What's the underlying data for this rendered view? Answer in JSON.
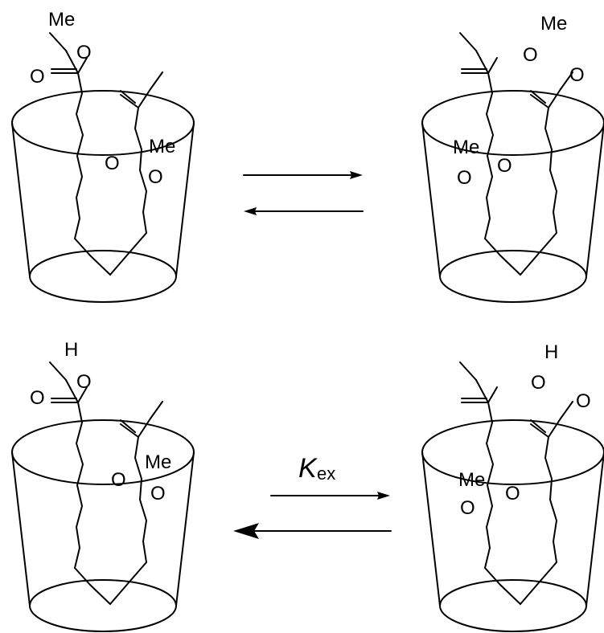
{
  "atoms": {
    "methyl": "Me",
    "oxygen": "O",
    "hydrogen": "H"
  },
  "equilibrium_constant": {
    "symbol": "K",
    "subscript": "ex"
  }
}
